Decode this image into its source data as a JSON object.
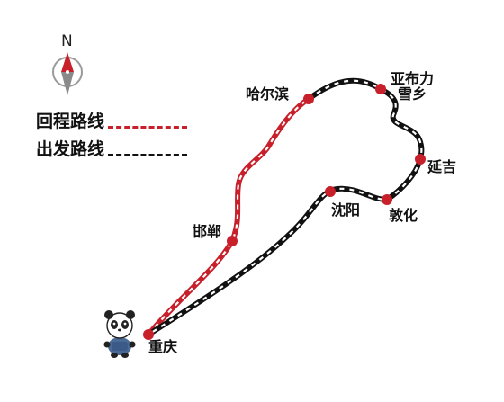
{
  "compass": {
    "north_label": "N"
  },
  "legend": {
    "return_label": "回程路线",
    "depart_label": "出发路线",
    "return_color": "#c8202a",
    "depart_color": "#111111"
  },
  "stations": {
    "chongqing": "重庆",
    "handan": "邯郸",
    "harbin": "哈尔滨",
    "yabuli": "亚布力\n雪乡",
    "yanji": "延吉",
    "dunhua": "敦化",
    "shenyang": "沈阳"
  },
  "colors": {
    "station_dot": "#c8202a",
    "route_outline": "#111111",
    "route_inner": "#ffffff",
    "return_route": "#c8202a"
  }
}
